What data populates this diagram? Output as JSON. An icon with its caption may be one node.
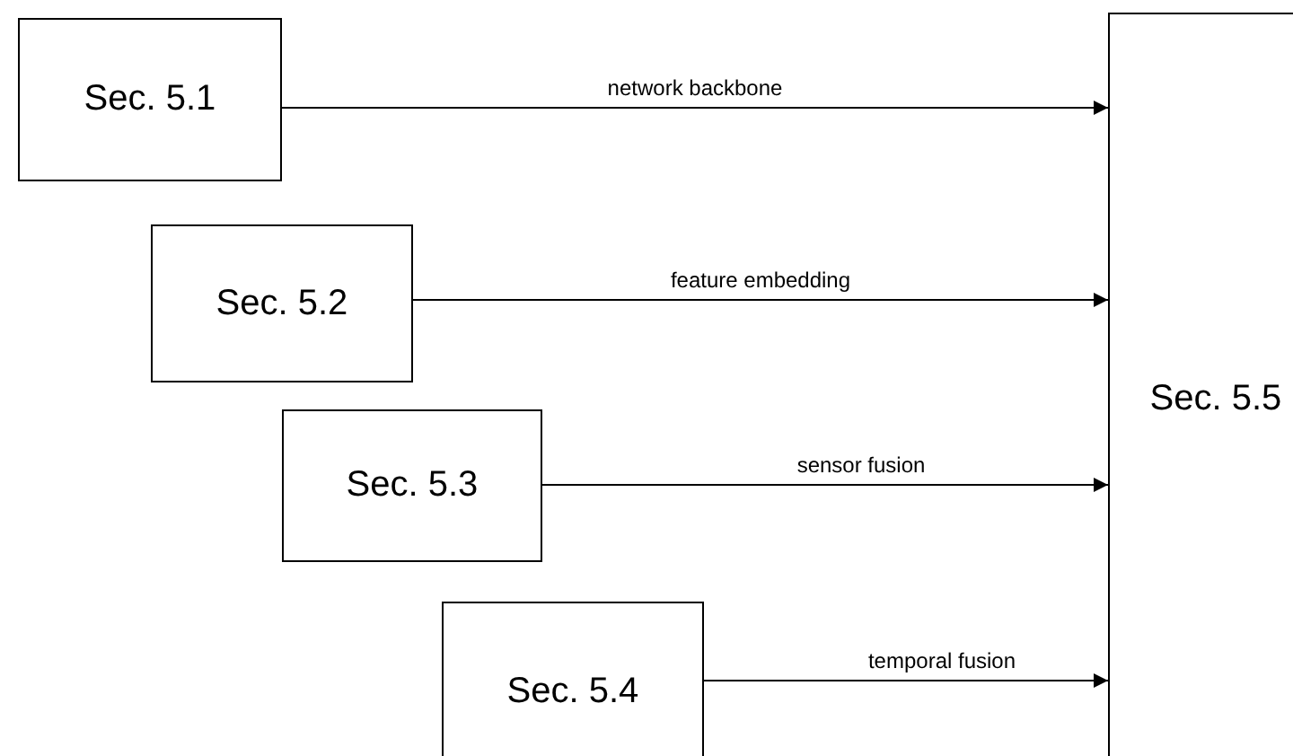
{
  "diagram": {
    "nodes": [
      {
        "text": [
          "Sec. 5.1"
        ]
      },
      {
        "text": [
          "Sec. 5.2"
        ]
      },
      {
        "text": [
          "Sec. 5.3"
        ]
      },
      {
        "text": [
          "Sec. 5.4"
        ]
      },
      {
        "text": [
          "Sec. 5.5"
        ]
      }
    ],
    "edges": [
      {
        "from": 0,
        "to": 4,
        "arrow": "to",
        "label": "network backbone"
      },
      {
        "from": 1,
        "to": 4,
        "arrow": "to",
        "label": "feature embedding"
      },
      {
        "from": 2,
        "to": 4,
        "arrow": "to",
        "label": "sensor fusion"
      },
      {
        "from": 3,
        "to": 4,
        "arrow": "to",
        "label": "temporal fusion"
      }
    ]
  }
}
